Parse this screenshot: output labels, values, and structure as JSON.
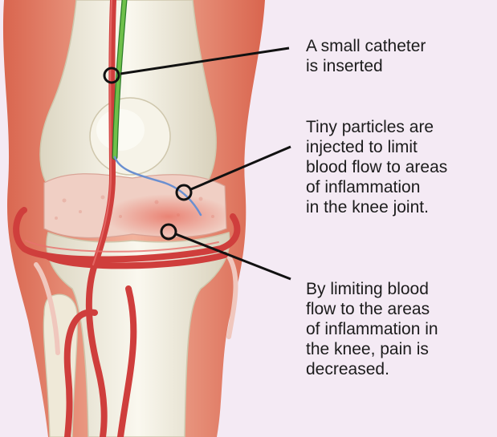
{
  "callouts": [
    {
      "id": "catheter",
      "lines": [
        "A small catheter",
        "is inserted"
      ]
    },
    {
      "id": "particles",
      "lines": [
        "Tiny particles are",
        "injected to limit",
        "blood flow to areas",
        "of inflammation",
        "in the knee joint."
      ]
    },
    {
      "id": "outcome",
      "lines": [
        "By limiting blood",
        "flow to the areas",
        "of inflammation in",
        "the knee, pain is",
        "decreased."
      ]
    }
  ],
  "colors": {
    "background": "#f4eaf4",
    "skin": "#e2836a",
    "bone": "#f3f0e4",
    "cartilage": "#f0c9bf",
    "artery": "#cf3e3c",
    "catheter": "#6fc04a",
    "particle_line": "#6a8fd0",
    "leader_line": "#111111"
  }
}
